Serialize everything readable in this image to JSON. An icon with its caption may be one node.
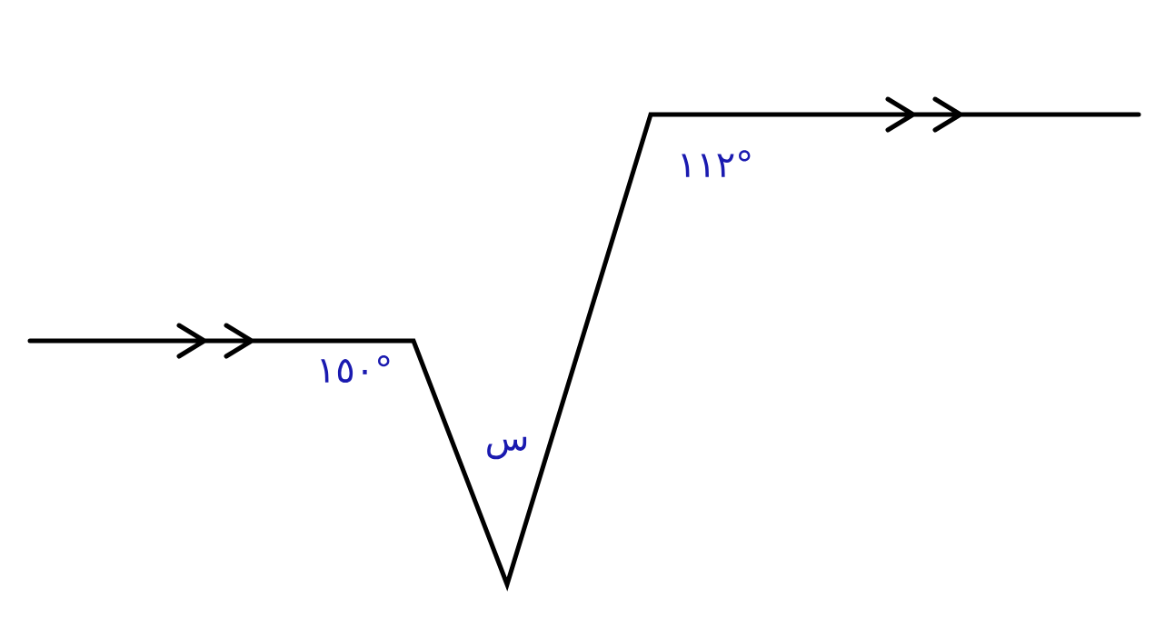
{
  "diagram": {
    "labels": [
      "١٥٠°",
      "١١٢°",
      "س"
    ]
  }
}
